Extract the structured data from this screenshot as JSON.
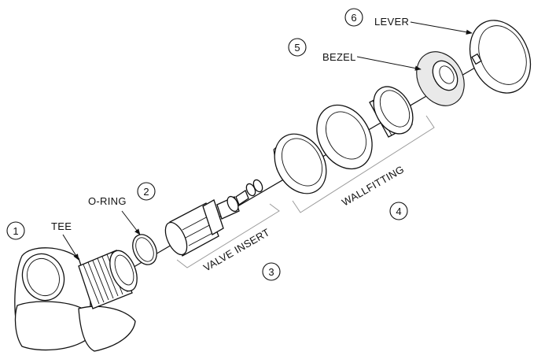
{
  "labels": {
    "tee": "TEE",
    "o_ring": "O-RING",
    "valve_insert": "VALVE INSERT",
    "wallfitting": "WALLFITTING",
    "bezel": "BEZEL",
    "lever": "LEVER"
  },
  "numbers": {
    "tee": "1",
    "o_ring": "2",
    "valve_insert": "3",
    "wallfitting": "4",
    "bezel": "5",
    "lever": "6"
  }
}
